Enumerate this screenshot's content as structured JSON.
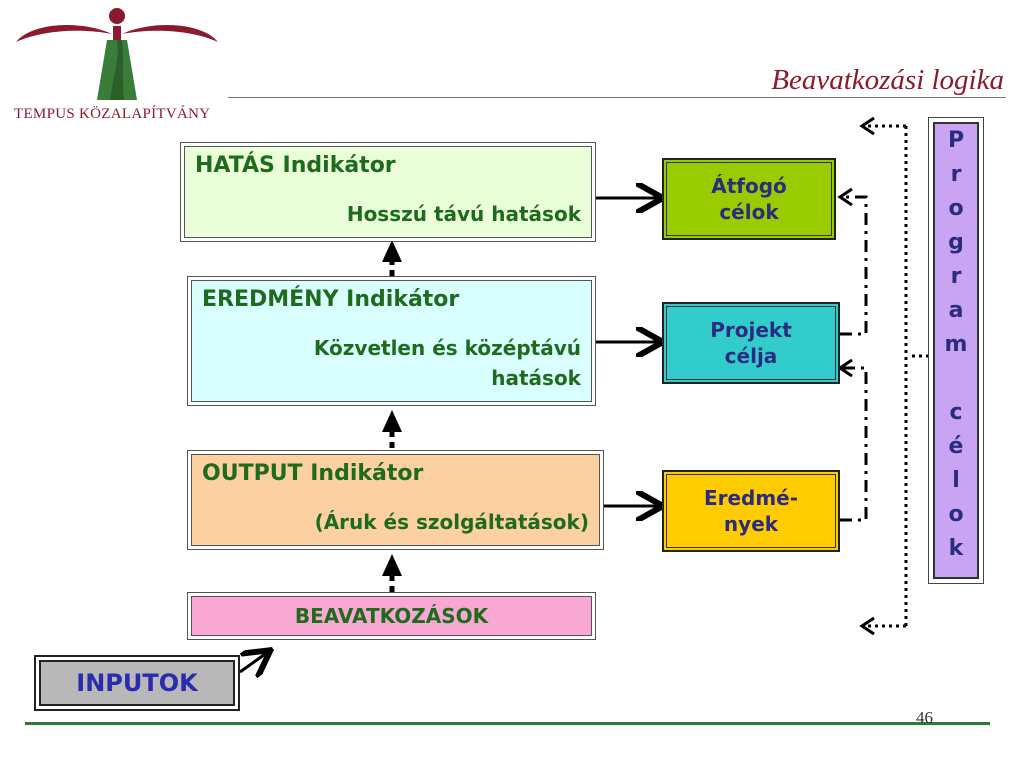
{
  "logo": {
    "org_name": "TEMPUS KÖZALAPÍTVÁNY"
  },
  "title": "Beavatkozási logika",
  "indicators": {
    "hatas": {
      "title": "HATÁS Indikátor",
      "subtitle": "Hosszú távú hatások",
      "bg": "#eaffd9"
    },
    "eredmeny": {
      "title": "EREDMÉNY Indikátor",
      "subtitle_line1": "Közvetlen és középtávú",
      "subtitle_line2": "hatások",
      "bg": "#d9ffff"
    },
    "output": {
      "title": "OUTPUT Indikátor",
      "subtitle": "(Áruk és szolgáltatások)",
      "bg": "#fdd0a2"
    }
  },
  "beavatkozasok": {
    "label": "BEAVATKOZÁSOK",
    "bg": "#f9a8d4"
  },
  "inputok": {
    "label": "INPUTOK",
    "bg": "#b8b8b8"
  },
  "goals": {
    "atfogo": {
      "line1": "Átfogó",
      "line2": "célok",
      "bg": "#99cc00"
    },
    "projekt": {
      "line1": "Projekt",
      "line2": "célja",
      "bg": "#33cccc"
    },
    "eredmenyek": {
      "line1": "Eredmé-",
      "line2": "nyek",
      "bg": "#ffcc00"
    }
  },
  "program_celok": {
    "letters": [
      "P",
      "r",
      "o",
      "g",
      "r",
      "a",
      "m",
      "c",
      "é",
      "l",
      "o",
      "k"
    ],
    "bg": "#c9a4f2"
  },
  "page_number": "46",
  "colors": {
    "green_text": "#1e6b1e",
    "blue_text": "#2b2b80",
    "brand": "#8b1a2e",
    "rule_green": "#2e7d2e"
  }
}
